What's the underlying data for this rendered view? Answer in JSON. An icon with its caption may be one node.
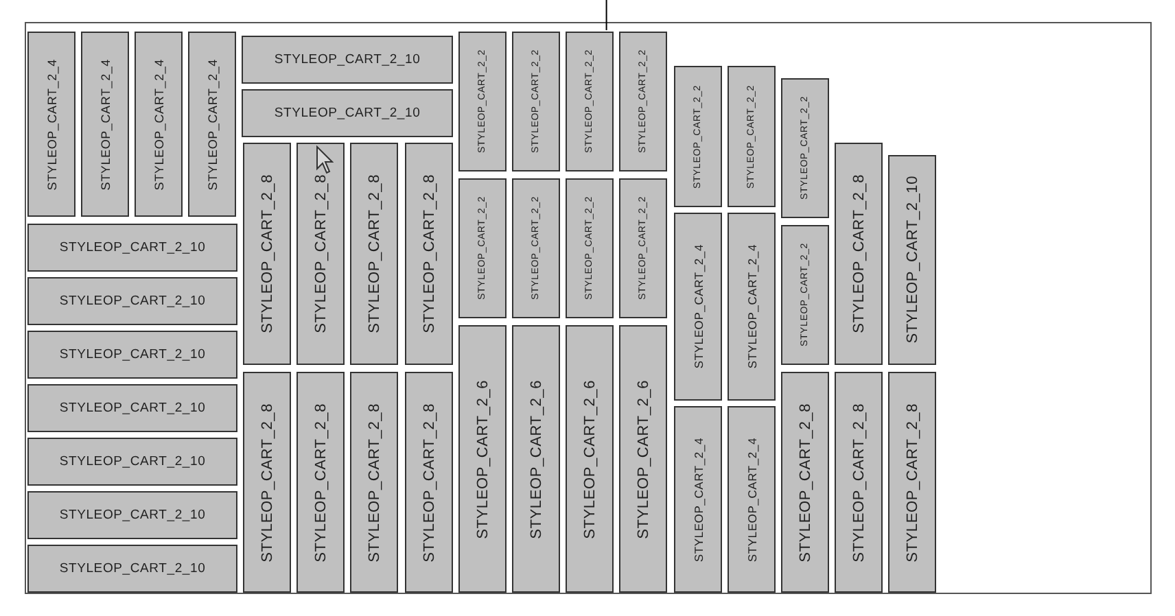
{
  "diagram": {
    "nodes": [
      {
        "text": [],
        "shape": "box"
      },
      {
        "text": [
          "STYLEOP_CART_2_4"
        ],
        "in": 0
      },
      {
        "text": [
          "STYLEOP_CART_2_4"
        ],
        "in": 0
      },
      {
        "text": [
          "STYLEOP_CART_2_4"
        ],
        "in": 0
      },
      {
        "text": [
          "STYLEOP_CART_2_4"
        ],
        "in": 0
      },
      {
        "text": [
          "STYLEOP_CART_2_10"
        ],
        "in": 0
      },
      {
        "text": [
          "STYLEOP_CART_2_10"
        ],
        "in": 0
      },
      {
        "text": [
          "STYLEOP_CART_2_10"
        ],
        "in": 0
      },
      {
        "text": [
          "STYLEOP_CART_2_10"
        ],
        "in": 0
      },
      {
        "text": [
          "STYLEOP_CART_2_10"
        ],
        "in": 0
      },
      {
        "text": [
          "STYLEOP_CART_2_10"
        ],
        "in": 0
      },
      {
        "text": [
          "STYLEOP_CART_2_10"
        ],
        "in": 0
      },
      {
        "text": [
          "STYLEOP_CART_2_10"
        ],
        "in": 0
      },
      {
        "text": [
          "STYLEOP_CART_2_10"
        ],
        "in": 0
      },
      {
        "text": [
          "STYLEOP_CART_2_8"
        ],
        "in": 0
      },
      {
        "text": [
          "STYLEOP_CART_2_8"
        ],
        "in": 0
      },
      {
        "text": [
          "STYLEOP_CART_2_8"
        ],
        "in": 0
      },
      {
        "text": [
          "STYLEOP_CART_2_8"
        ],
        "in": 0
      },
      {
        "text": [
          "STYLEOP_CART_2_8"
        ],
        "in": 0
      },
      {
        "text": [
          "STYLEOP_CART_2_8"
        ],
        "in": 0
      },
      {
        "text": [
          "STYLEOP_CART_2_8"
        ],
        "in": 0
      },
      {
        "text": [
          "STYLEOP_CART_2_8"
        ],
        "in": 0
      },
      {
        "text": [
          "STYLEOP_CART_2_2"
        ],
        "in": 0
      },
      {
        "text": [
          "STYLEOP_CART_2_2"
        ],
        "in": 0
      },
      {
        "text": [
          "STYLEOP_CART_2_2"
        ],
        "in": 0
      },
      {
        "text": [
          "STYLEOP_CART_2_2"
        ],
        "in": 0
      },
      {
        "text": [
          "STYLEOP_CART_2_2"
        ],
        "in": 0
      },
      {
        "text": [
          "STYLEOP_CART_2_2"
        ],
        "in": 0
      },
      {
        "text": [
          "STYLEOP_CART_2_2"
        ],
        "in": 0
      },
      {
        "text": [
          "STYLEOP_CART_2_2"
        ],
        "in": 0
      },
      {
        "text": [
          "STYLEOP_CART_2_6"
        ],
        "in": 0
      },
      {
        "text": [
          "STYLEOP_CART_2_6"
        ],
        "in": 0
      },
      {
        "text": [
          "STYLEOP_CART_2_6"
        ],
        "in": 0
      },
      {
        "text": [
          "STYLEOP_CART_2_6"
        ],
        "in": 0
      },
      {
        "text": [
          "STYLEOP_CART_2_2"
        ],
        "in": 0
      },
      {
        "text": [
          "STYLEOP_CART_2_2"
        ],
        "in": 0
      },
      {
        "text": [
          "STYLEOP_CART_2_4"
        ],
        "in": 0
      },
      {
        "text": [
          "STYLEOP_CART_2_4"
        ],
        "in": 0
      },
      {
        "text": [
          "STYLEOP_CART_2_4"
        ],
        "in": 0
      },
      {
        "text": [
          "STYLEOP_CART_2_4"
        ],
        "in": 0
      },
      {
        "text": [
          "STYLEOP_CART_2_2"
        ],
        "in": 0
      },
      {
        "text": [
          "STYLEOP_CART_2_2"
        ],
        "in": 0
      },
      {
        "text": [
          "STYLEOP_CART_2_8"
        ],
        "in": 0
      },
      {
        "text": [
          "STYLEOP_CART_2_8"
        ],
        "in": 0
      },
      {
        "text": [
          "STYLEOP_CART_2_8"
        ],
        "in": 0
      },
      {
        "text": [
          "STYLEOP_CART_2_10"
        ],
        "in": 0
      },
      {
        "text": [
          "STYLEOP_CART_2_8"
        ],
        "in": 0
      }
    ],
    "edges": [
      {
        "from": null,
        "to": 24,
        "arrow": "none"
      }
    ]
  }
}
